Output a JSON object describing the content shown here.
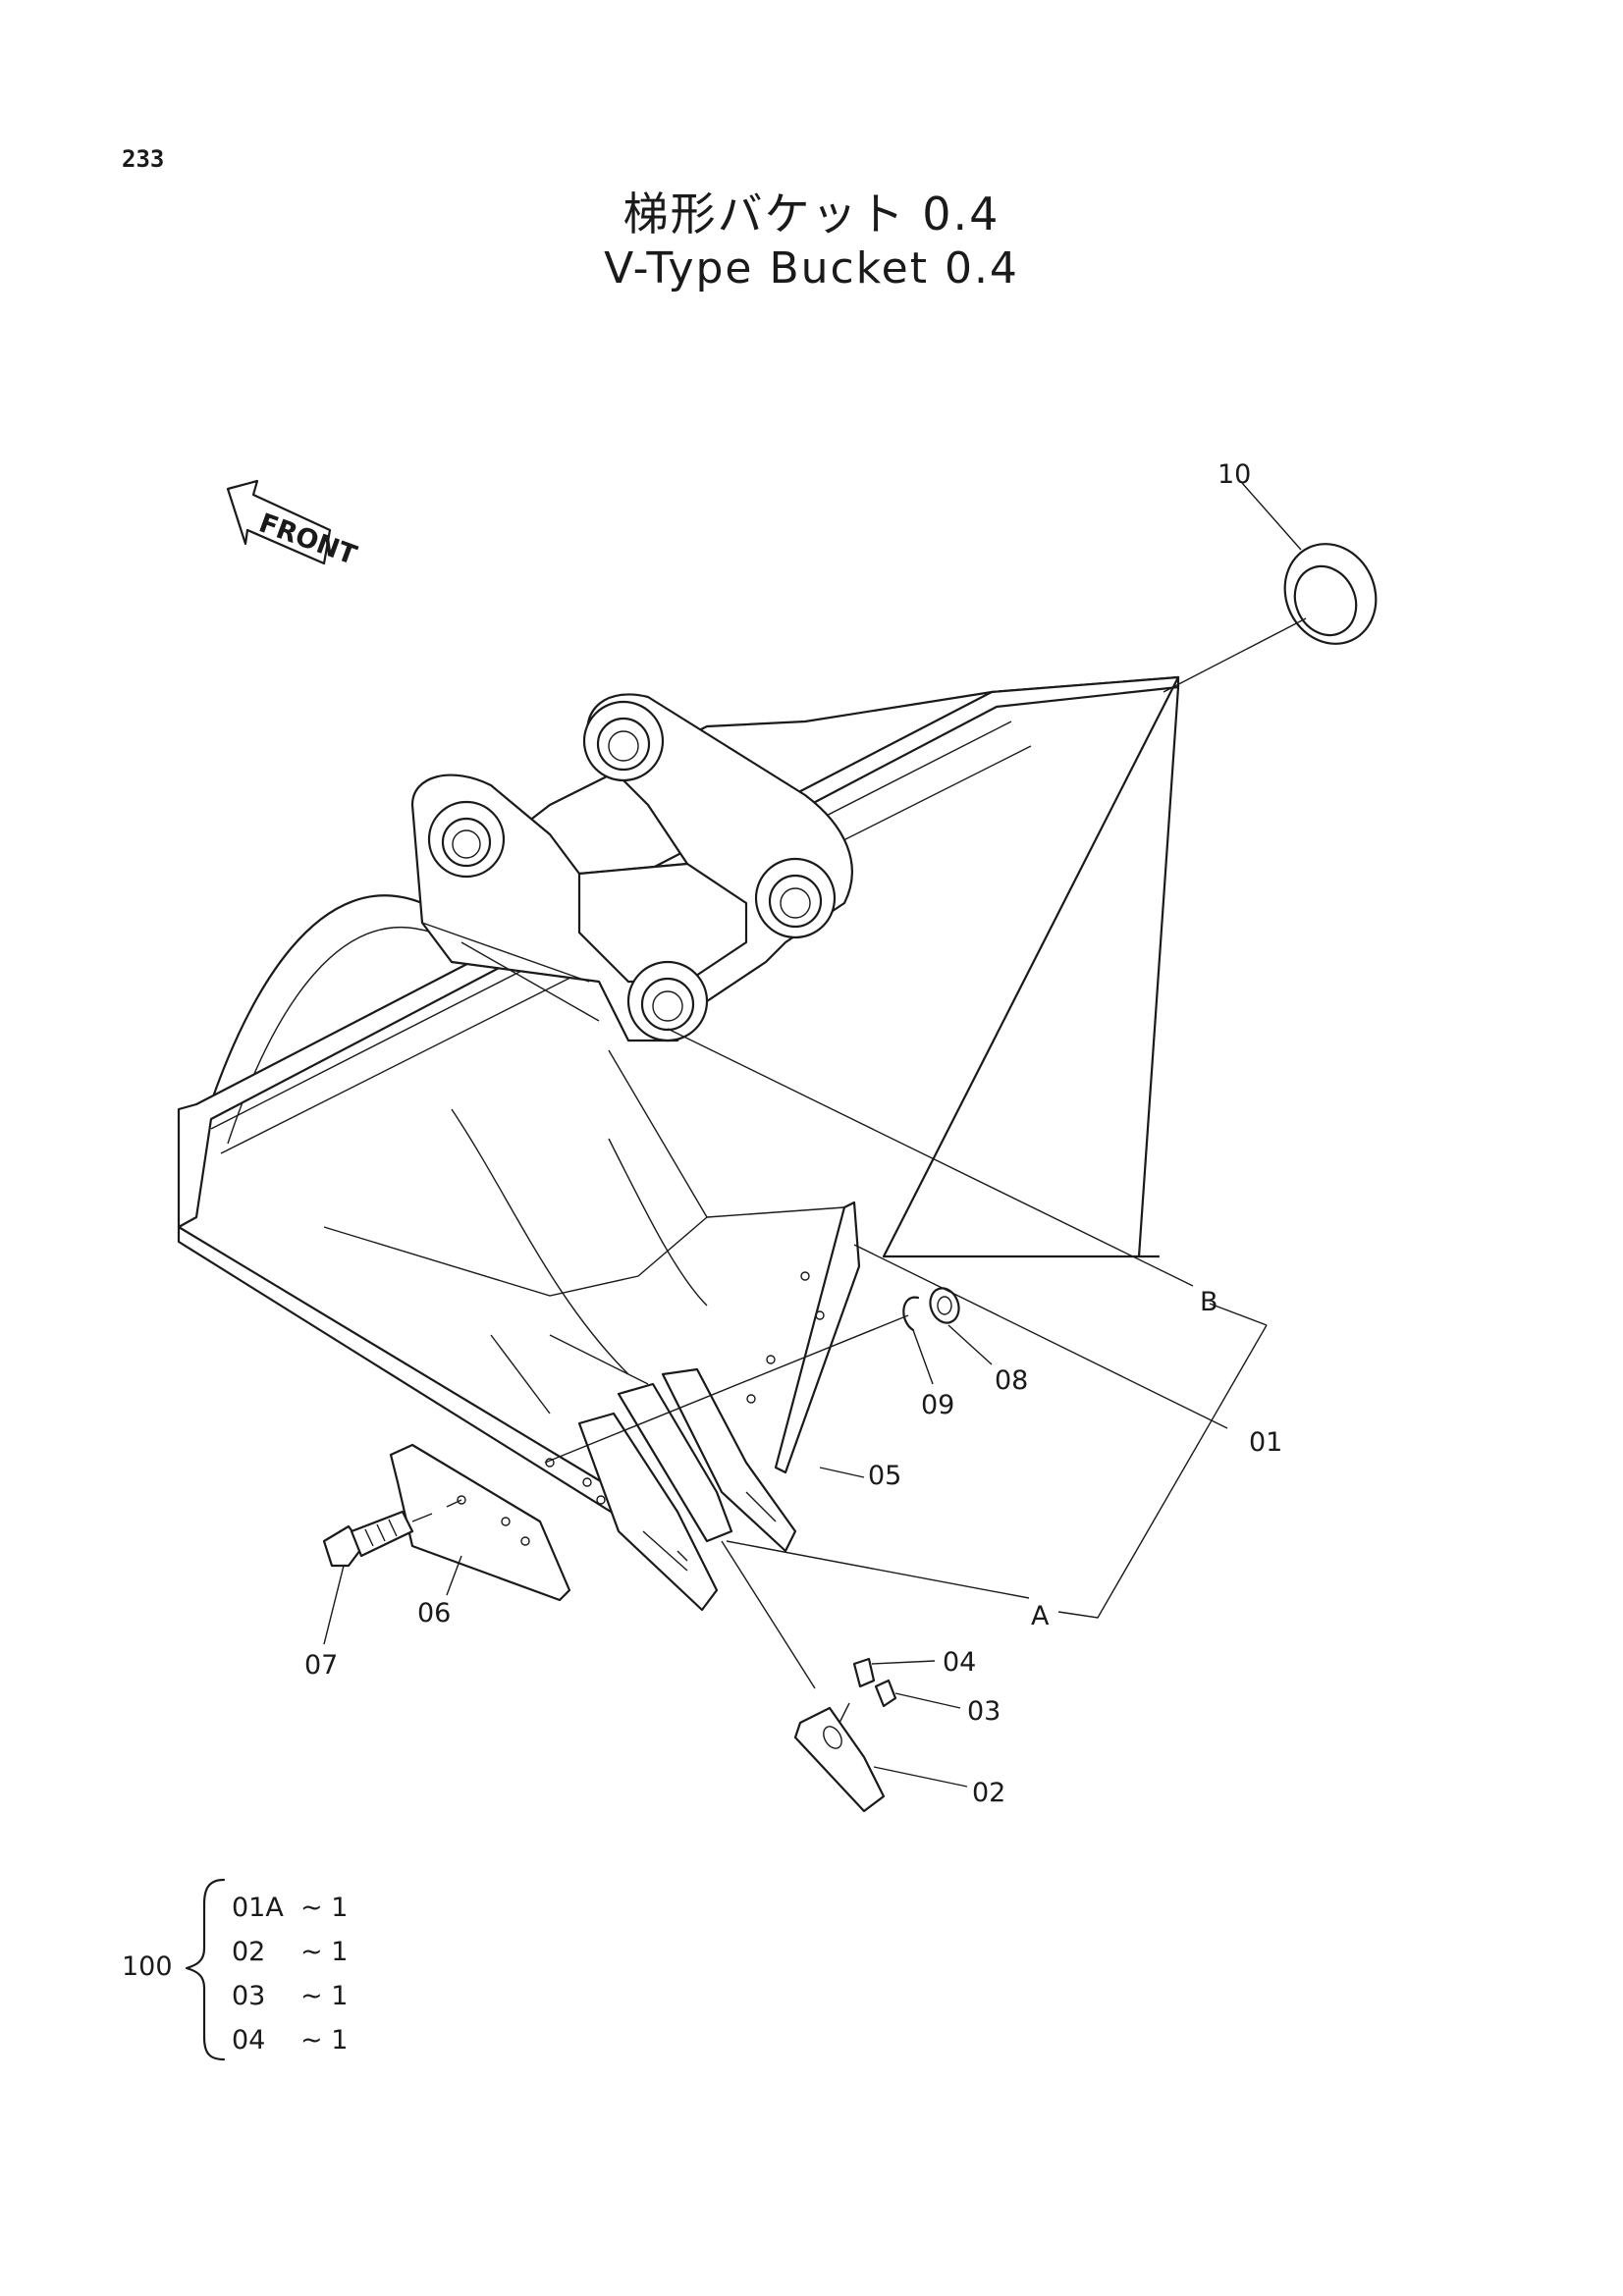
{
  "page_number": "233",
  "title_jp": "梯形バケット 0.4",
  "title_en": "V-Type Bucket 0.4",
  "front_label": "FRONT",
  "callouts": {
    "c10": "10",
    "cB": "B",
    "cA": "A",
    "c01": "01",
    "c05": "05",
    "c08": "08",
    "c09": "09",
    "c06": "06",
    "c07": "07",
    "c04": "04",
    "c03": "03",
    "c02": "02"
  },
  "kit": {
    "number": "100",
    "items": [
      {
        "part": "01A",
        "qty": "~ 1"
      },
      {
        "part": "02",
        "qty": "~ 1"
      },
      {
        "part": "03",
        "qty": "~ 1"
      },
      {
        "part": "04",
        "qty": "~ 1"
      }
    ]
  }
}
